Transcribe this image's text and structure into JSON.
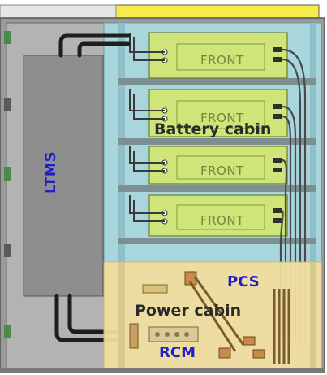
{
  "labels": {
    "battery_cabin": "Battery cabin",
    "ltms": "LTMS",
    "pcs": "PCS",
    "power_cabin": "Power cabin",
    "rcm": "RCM"
  },
  "modules": [
    "FRONT",
    "FRONT",
    "FRONT",
    "FRONT"
  ],
  "colors": {
    "frame": "#8c8c8c",
    "battery_bg": "#a9d5dc",
    "module": "#cfe57a",
    "power_zone": "#f4e3a4",
    "ltms_panel": "#8e8e8e",
    "label_blue": "#1f1fc8",
    "cable": "#3a3a3a"
  }
}
